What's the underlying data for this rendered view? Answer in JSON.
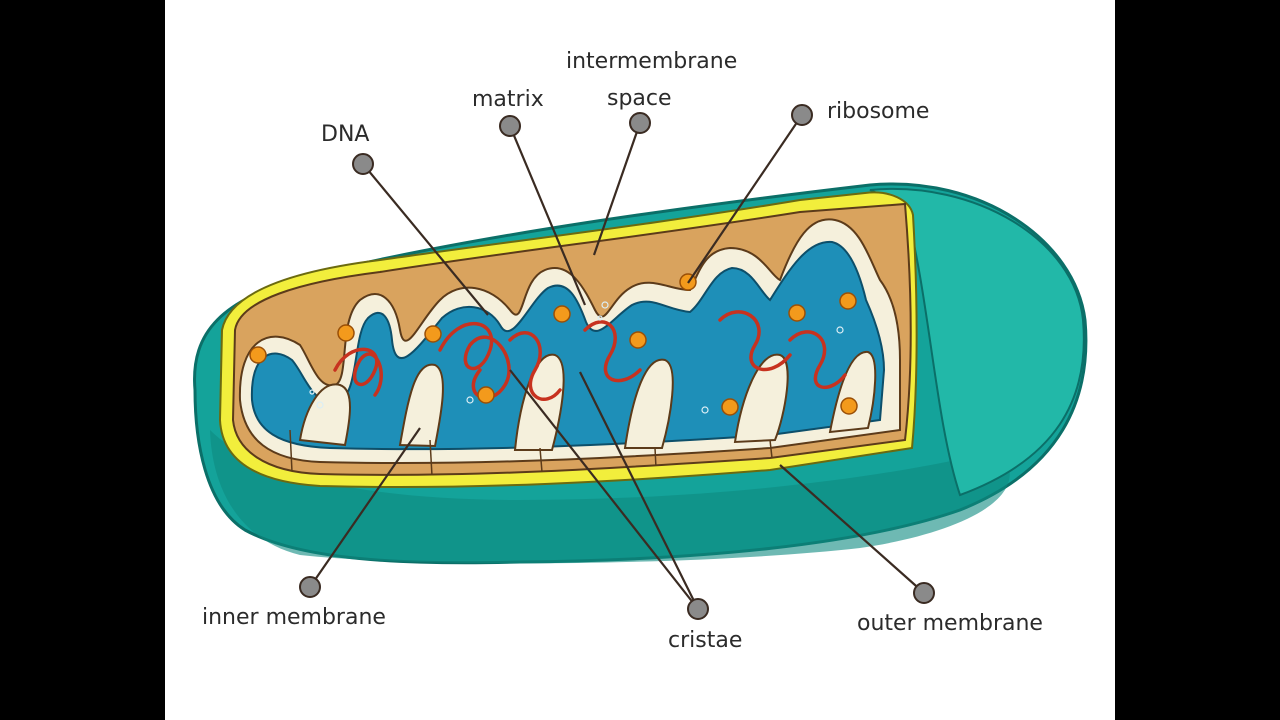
{
  "diagram": {
    "subject": "mitochondrion",
    "labels": {
      "dna": "DNA",
      "matrix": "matrix",
      "intermembrane_space_line1": "intermembrane",
      "intermembrane_space_line2": "space",
      "ribosome": "ribosome",
      "inner_membrane": "inner membrane",
      "cristae": "cristae",
      "outer_membrane": "outer membrane"
    }
  },
  "colors": {
    "outer_membrane": "#14a39a",
    "outer_membrane_shadow": "#0e8077",
    "cap": "#22b8a8",
    "yellow_membrane": "#f2ee3c",
    "intermembrane_space": "#d9a35e",
    "inner_membrane": "#f5f0dc",
    "matrix": "#1e8fb8",
    "dna": "#c7321f",
    "ribosome": "#f39a1c",
    "callout_dot": "#8a8a8a",
    "callout_line": "#3a2b22",
    "background": "#ffffff",
    "letterbox": "#000000"
  }
}
